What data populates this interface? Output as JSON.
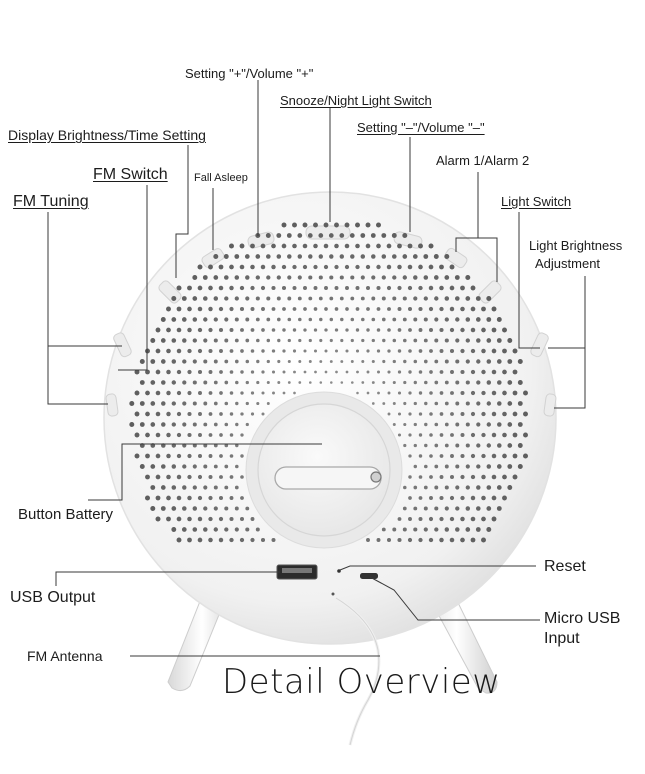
{
  "labels": {
    "setting_plus": "Setting \"+\"/Volume \"+\"",
    "snooze": "Snooze/Night Light Switch",
    "display_brightness": "Display Brightness/Time Setting",
    "setting_minus": "Setting \"–\"/Volume \"–\"",
    "fm_switch": "FM Switch",
    "fall_asleep": "Fall Asleep",
    "alarm": "Alarm 1/Alarm 2",
    "fm_tuning": "FM Tuning",
    "light_switch": "Light Switch",
    "light_brightness_line1": "Light Brightness",
    "light_brightness_line2": "Adjustment",
    "button_battery": "Button Battery",
    "reset": "Reset",
    "usb_output": "USB Output",
    "micro_usb_line1": "Micro USB",
    "micro_usb_line2": "Input",
    "fm_antenna": "FM Antenna"
  },
  "title": "Detail Overview",
  "colors": {
    "background": "#ffffff",
    "device_body": "#f2f2f2",
    "speaker_holes": "#9a9a9a",
    "leader_lines": "#3a3a3a"
  }
}
